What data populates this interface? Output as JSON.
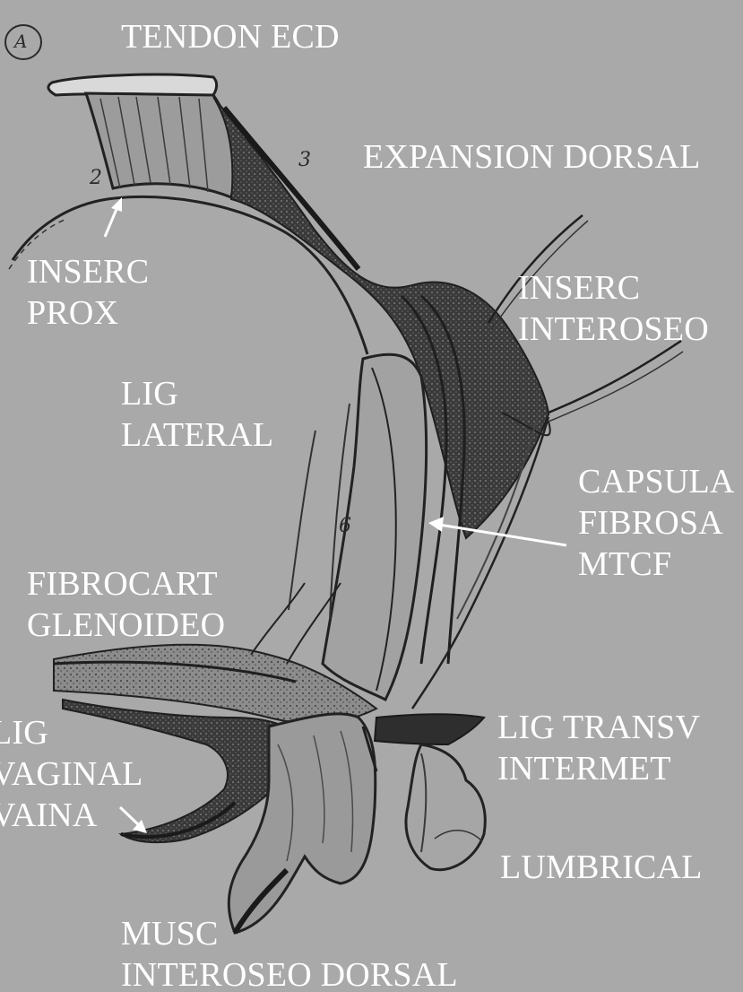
{
  "figure": {
    "plate_letter": "A",
    "colors": {
      "background": "#a9a9a9",
      "ink": "#1f1f1f",
      "label": "#ffffff"
    },
    "drawing_numbers": [
      "2",
      "3",
      "6"
    ],
    "labels": {
      "tendon_ecd": "TENDON  ECD",
      "expansion_dorsal": "EXPANSION DORSAL",
      "inserc_prox": [
        "INSERC",
        "PROX"
      ],
      "inserc_interoseo": [
        "INSERC",
        "INTEROSEO"
      ],
      "lig_lateral": [
        "LIG",
        "LATERAL"
      ],
      "capsula_fibrosa": [
        "CAPSULA",
        "FIBROSA",
        "MTCF"
      ],
      "fibrocart_glenoideo": [
        "FIBROCART",
        "GLENOIDEO"
      ],
      "lig_vaginal": [
        "LIG",
        "VAGINAL",
        "VAINA"
      ],
      "lig_transv_intermet": [
        "LIG TRANSV",
        "INTERMET"
      ],
      "lumbrical": "LUMBRICAL",
      "musc_interoseo_dorsal": [
        "MUSC",
        "INTEROSEO DORSAL"
      ]
    }
  }
}
